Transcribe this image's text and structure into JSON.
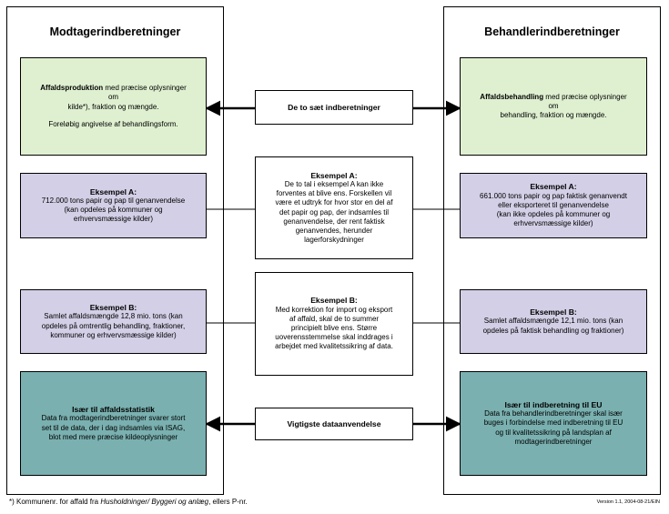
{
  "left_column": {
    "title": "Modtagerindberetninger",
    "box1": {
      "bold": "Affaldsproduktion",
      "rest": " med præcise oplysninger",
      "line2": "om",
      "line3": "kilde*), fraktion og mængde.",
      "line4": "Foreløbig angivelse af behandlingsform."
    },
    "box2": {
      "title": "Eksempel A:",
      "lines": [
        "712.000 tons papir og pap til genanvendelse",
        "(kan opdeles på kommuner og",
        "erhvervsmæssige kilder)"
      ]
    },
    "box3": {
      "title": "Eksempel B:",
      "lines": [
        "Samlet affaldsmængde 12,8 mio. tons (kan",
        "opdeles på omtrentlig behandling, fraktioner,",
        "kommuner og erhvervsmæssige kilder)"
      ]
    },
    "box4": {
      "title": "Især til affaldsstatistik",
      "lines": [
        "Data fra modtagerindberetninger svarer stort",
        "set til de data, der i dag indsamles via ISAG,",
        "blot med mere præcise kildeoplysninger"
      ]
    }
  },
  "right_column": {
    "title": "Behandlerindberetninger",
    "box1": {
      "bold": "Affaldsbehandling",
      "rest": " med præcise oplysninger",
      "line2": "om",
      "line3": "behandling, fraktion og mængde."
    },
    "box2": {
      "title": "Eksempel A:",
      "lines": [
        "661.000 tons papir og pap faktisk genanvendt",
        "eller eksporteret til genanvendelse",
        "(kan ikke opdeles på kommuner og",
        "erhvervsmæssige kilder)"
      ]
    },
    "box3": {
      "title": "Eksempel B:",
      "lines": [
        "Samlet affaldsmængde 12,1 mio. tons (kan",
        "opdeles på faktisk behandling og fraktioner)"
      ]
    },
    "box4": {
      "title": "Især til indberetning til EU",
      "lines": [
        "Data fra behandlerindberetninger skal især",
        "buges i forbindelse med indberetning til EU",
        "og til kvalitetssikring på landsplan af",
        "modtagerindberetninger"
      ]
    }
  },
  "middle": {
    "box1": {
      "label": "De to sæt indberetninger"
    },
    "box2": {
      "title": "Eksempel A:",
      "lines": [
        "De to tal i eksempel A kan ikke",
        "forventes at blive ens. Forskellen vil",
        "være et udtryk for hvor stor en del af",
        "det papir og pap, der indsamles til",
        "genanvendelse, der rent faktisk",
        "genanvendes, herunder",
        "lagerforskydninger"
      ]
    },
    "box3": {
      "title": "Eksempel B:",
      "lines": [
        "Med korrektion for import og eksport",
        "af affald, skal de to summer",
        "principielt blive ens. Større",
        "uoverensstemmelse skal inddrages i",
        "arbejdet med kvalitetssikring af data."
      ]
    },
    "box4": {
      "label": "Vigtigste dataanvendelse"
    }
  },
  "footnote": {
    "prefix": "*) Kommunenr. for affald fra ",
    "italic": "Husholdninger/ Byggeri og anlæg",
    "suffix": ", ellers P-nr."
  },
  "version": "Version 1.1, 2004-08-21/EIN"
}
